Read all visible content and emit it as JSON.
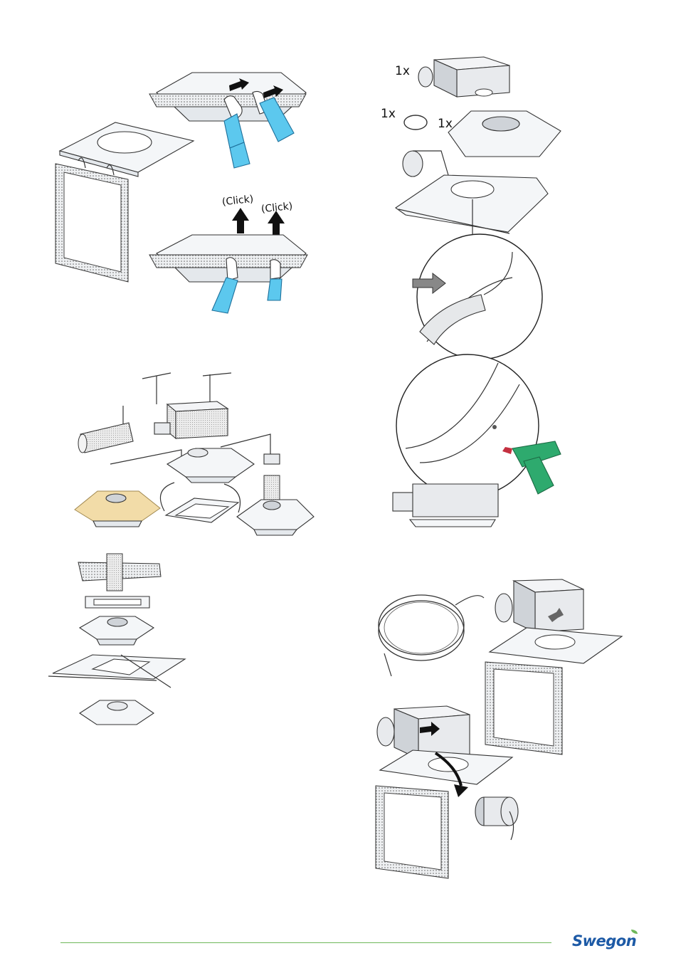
{
  "labels": {
    "click_left": "(Click)",
    "click_right": "(Click)",
    "qty_box": "1x",
    "qty_ring": "1x",
    "qty_panel": "1x"
  },
  "logo": {
    "text": "Swegon",
    "brand_color": "#1d5aa6",
    "leaf_color": "#6fb85a"
  },
  "colors": {
    "sleeve": "#5cc8ee",
    "drill": "#2eaa6e",
    "insulation": "#f2dca8",
    "footer_line": "#6fb85a"
  }
}
